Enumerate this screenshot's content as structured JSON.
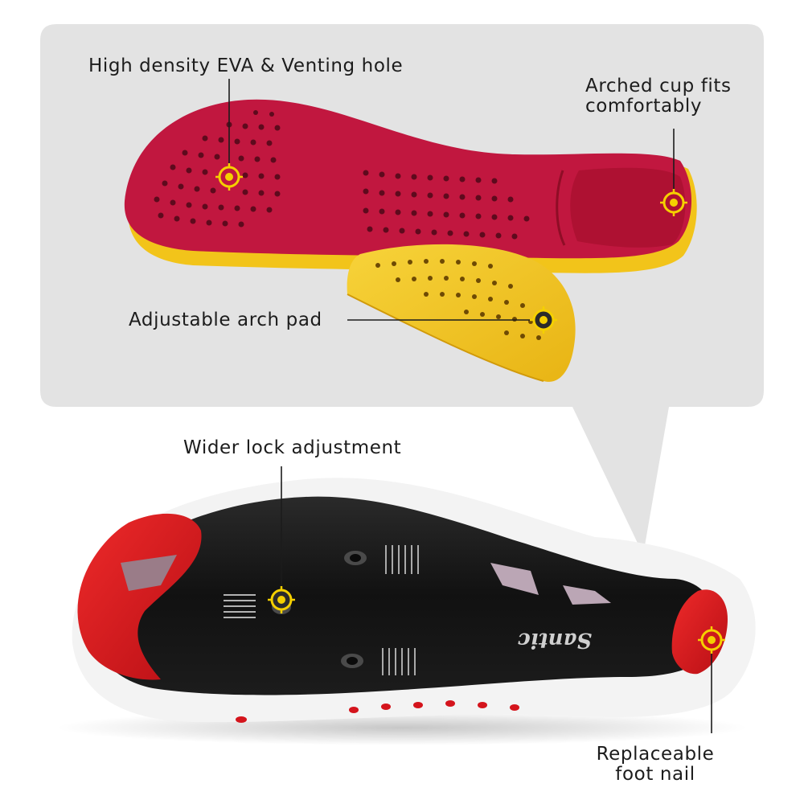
{
  "callouts": {
    "eva": "High density EVA & Venting hole",
    "arched_line1": "Arched cup fits",
    "arched_line2": "comfortably",
    "arch_pad": "Adjustable arch pad",
    "lock": "Wider lock adjustment",
    "nail_line1": "Replaceable",
    "nail_line2": "foot nail"
  },
  "brand": "Santic",
  "colors": {
    "panel": "#e3e3e3",
    "insole_red": "#c1173f",
    "insole_yellow": "#f2c41a",
    "sole_black": "#141414",
    "shoe_red": "#d4141c",
    "marker": "#f5d000"
  },
  "icons": {
    "marker": "target-marker-icon"
  }
}
